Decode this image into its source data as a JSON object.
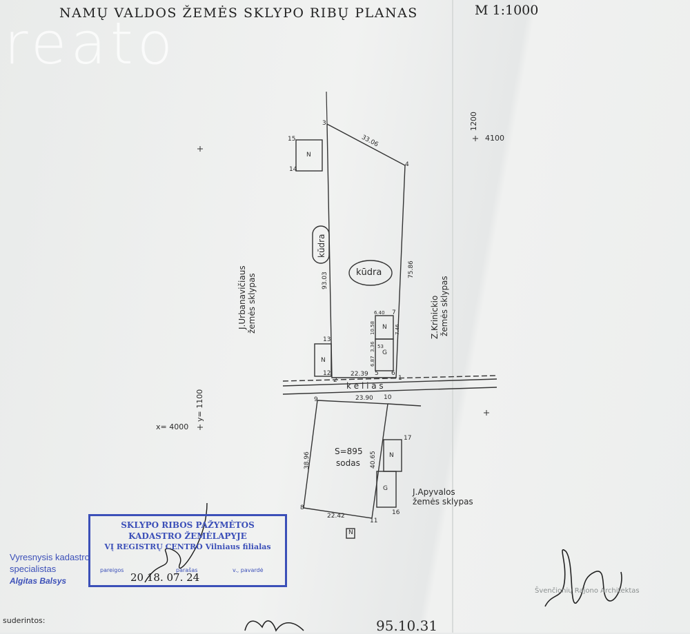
{
  "watermark": "reato",
  "header": {
    "title": "NAMŲ VALDOS ŽEMĖS SKLYPO RIBŲ PLANAS",
    "scale": "M 1:1000"
  },
  "coords": {
    "top_right_y": "1200",
    "top_right_x": "4100",
    "left_x": "x= 4000",
    "left_y": "y= 1100"
  },
  "points": {
    "p1": "1",
    "p2": "2",
    "p3": "3",
    "p4": "4",
    "p5": "5",
    "p6": "6",
    "p7": "7",
    "p8": "8",
    "p9": "9",
    "p10": "10",
    "p11": "11",
    "p12": "12",
    "p13": "13",
    "p14": "14",
    "p15": "15",
    "p16": "16",
    "p17": "17"
  },
  "dimensions": {
    "d1": "33.06",
    "d2": "93.03",
    "d3": "75.86",
    "d4": "22.39",
    "d5": "23.90",
    "d6": "38.96",
    "d7": "40.65",
    "d8": "22.42",
    "d9": "6.40",
    "d10": "10.58",
    "d11": "7.46",
    "d12": "3.36",
    "d13": "6.87",
    "d14": "53"
  },
  "labels": {
    "pond_left": "kūdra",
    "pond_center": "kūdra",
    "road": "k e l i a s",
    "area": "S=895",
    "garden": "sodas",
    "building_n": "N",
    "building_g": "G",
    "north": "N"
  },
  "neighbors": {
    "left_1": "J.Urbanavičiaus",
    "left_2": "žemės sklypas",
    "right_1": "Z.Krinickio",
    "right_2": "žemės sklypas",
    "bottom_1": "J.Apyvalos",
    "bottom_2": "žemės sklypas"
  },
  "stamp": {
    "line1": "SKLYPO RIBOS PAŽYMĖTOS",
    "line2": "KADASTRO ŽEMĖLAPYJE",
    "line3": "VĮ REGISTRŲ CENTRO Vilniaus filialas",
    "sub1": "pareigos",
    "sub2": "parašas",
    "sub3": "v., pavardė",
    "date": "20 18. 07. 24"
  },
  "specialist": {
    "line1": "Vyresnysis kadastro",
    "line2": "specialistas",
    "name": "Algitas Balsys"
  },
  "footer": {
    "agreed": "suderintos:",
    "date": "95.10.31",
    "architect": "Švenčionių Rajono Architektas"
  }
}
